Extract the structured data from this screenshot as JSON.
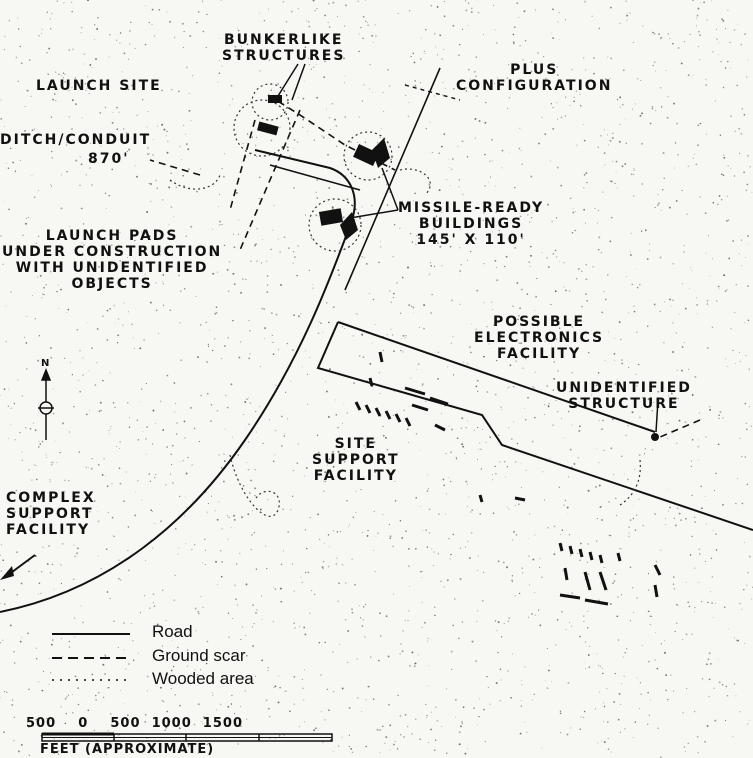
{
  "labels": {
    "bunkerlike": "BUNKERLIKE\nSTRUCTURES",
    "launch_site": "LAUNCH SITE",
    "plus_config": "PLUS\nCONFIGURATION",
    "ditch": "DITCH/CONDUIT",
    "ditch_len": "870'",
    "missile_ready": "MISSILE-READY\nBUILDINGS\n145' X 110'",
    "launch_pads": "LAUNCH PADS\nUNDER CONSTRUCTION\nWITH UNIDENTIFIED\nOBJECTS",
    "electronics": "POSSIBLE\nELECTRONICS\nFACILITY",
    "unidentified": "UNIDENTIFIED\nSTRUCTURE",
    "site_support": "SITE\nSUPPORT\nFACILITY",
    "complex_support": "COMPLEX\nSUPPORT\nFACILITY",
    "north": "N"
  },
  "legend": {
    "road": "Road",
    "ground_scar": "Ground scar",
    "wooded": "Wooded area"
  },
  "scale": {
    "ticks": "500    0    500  1000  1500",
    "caption": "FEET (APPROXIMATE)"
  }
}
